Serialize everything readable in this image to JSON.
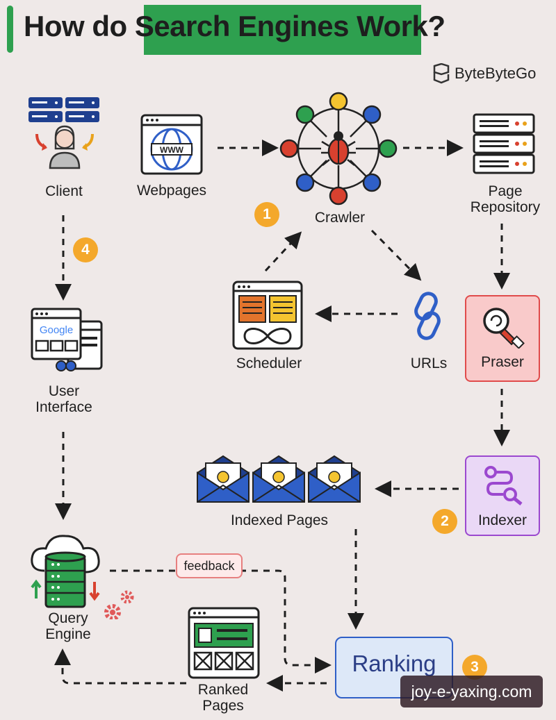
{
  "title": {
    "part1": "How do ",
    "highlight": "Search Engines",
    "part2": " Work?"
  },
  "brand": {
    "name": "ByteByteGo"
  },
  "nodes": {
    "client": "Client",
    "webpages": "Webpages",
    "crawler": "Crawler",
    "page_repository_line1": "Page",
    "page_repository_line2": "Repository",
    "scheduler": "Scheduler",
    "urls": "URLs",
    "praser": "Praser",
    "user_interface_line1": "User",
    "user_interface_line2": "Interface",
    "indexed_pages": "Indexed Pages",
    "indexer": "Indexer",
    "query_engine_line1": "Query",
    "query_engine_line2": "Engine",
    "ranked_pages_line1": "Ranked",
    "ranked_pages_line2": "Pages",
    "ranking": "Ranking",
    "feedback": "feedback"
  },
  "steps": {
    "one": "1",
    "two": "2",
    "three": "3",
    "four": "4"
  },
  "icon_text": {
    "www": "WWW",
    "google": "Google"
  },
  "watermark": "joy-e-yaxing.com",
  "colors": {
    "accent_green": "#2ea04f",
    "badge_orange": "#f4a82b",
    "praser_red": "#e04b4b",
    "indexer_purple": "#9b48cf",
    "ranking_blue": "#2f5fc7",
    "icon_navy": "#1f3f8f"
  }
}
